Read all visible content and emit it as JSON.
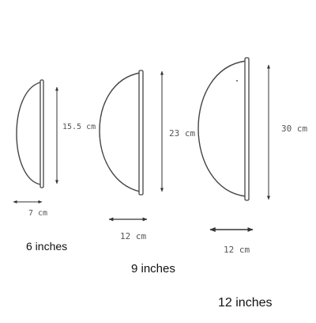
{
  "bowls": [
    {
      "size_label": "6 inches",
      "height_label": "15.5 cm",
      "width_label": "7 cm"
    },
    {
      "size_label": "9 inches",
      "height_label": "23 cm",
      "width_label": "12 cm"
    },
    {
      "size_label": "12 inches",
      "height_label": "30 cm",
      "width_label": "12 cm"
    }
  ],
  "colors": {
    "outline": "#444444",
    "dimension_line": "#333333",
    "dimension_text": "#555555",
    "size_text": "#111111"
  }
}
